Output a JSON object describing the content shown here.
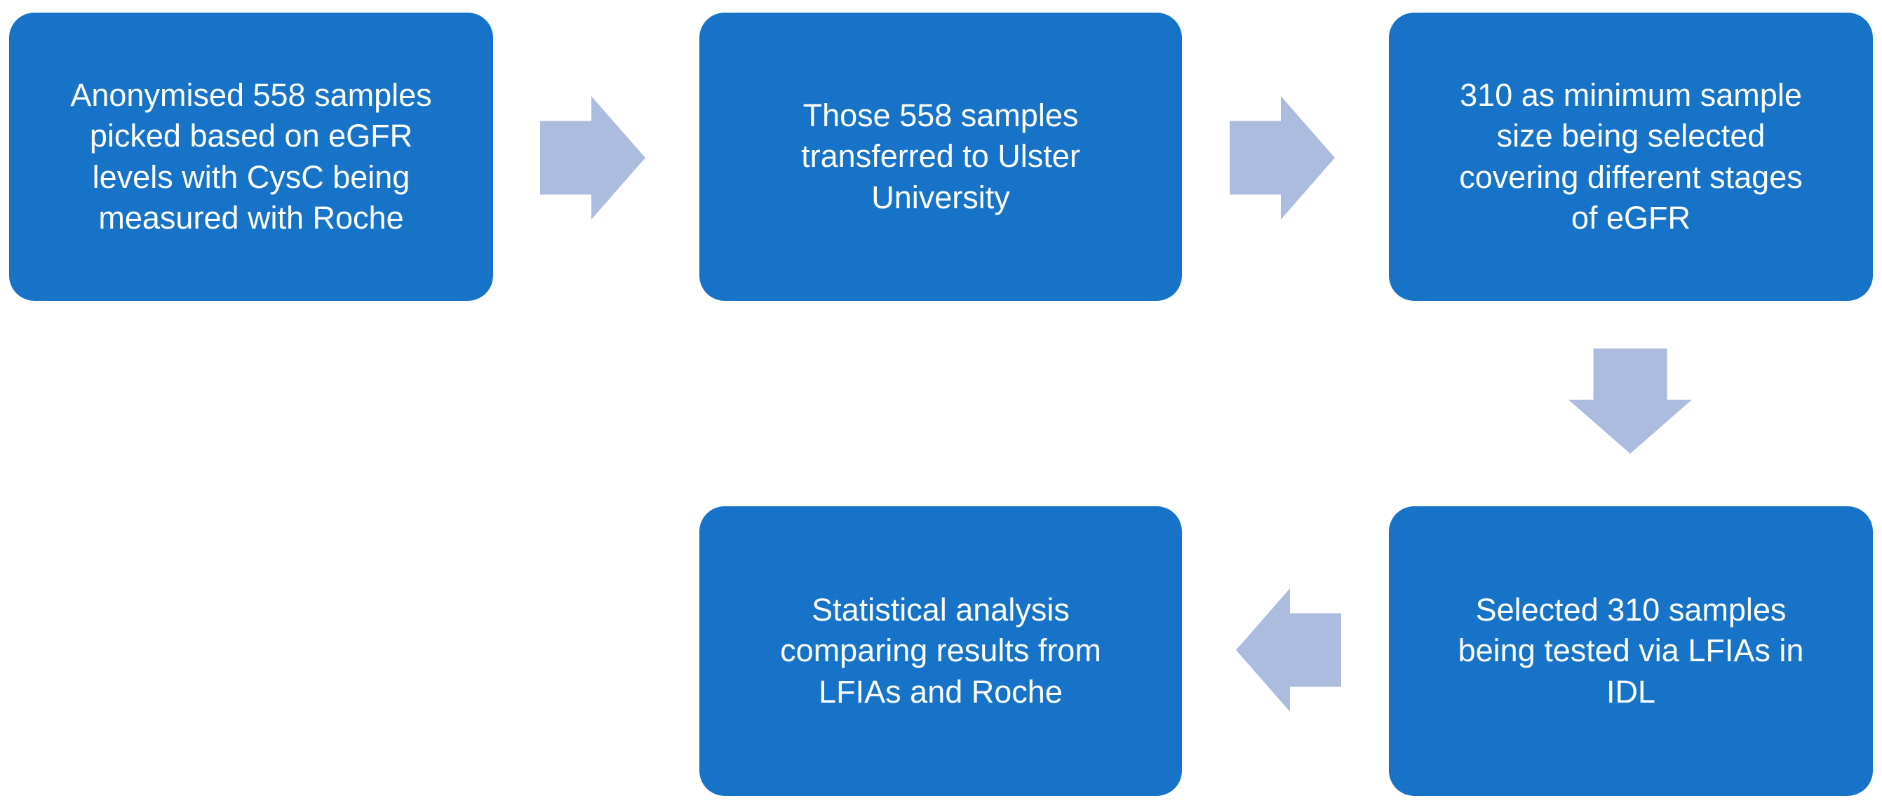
{
  "diagram": {
    "type": "flowchart",
    "colors": {
      "box_fill": "#1773C8",
      "arrow_fill": "#ACBCDE",
      "text": "#FFFFFF",
      "background": "#FFFFFF"
    },
    "steps": [
      {
        "id": 1,
        "text": "Anonymised 558 samples\npicked based on eGFR\nlevels with CysC being\nmeasured with Roche"
      },
      {
        "id": 2,
        "text": "Those 558 samples\ntransferred to Ulster\nUniversity"
      },
      {
        "id": 3,
        "text": "310 as minimum sample\nsize being selected\ncovering different stages\nof eGFR"
      },
      {
        "id": 4,
        "text": "Selected 310 samples\nbeing tested via LFIAs in\nIDL"
      },
      {
        "id": 5,
        "text": "Statistical analysis\ncomparing results from\nLFIAs and Roche"
      }
    ],
    "arrows": [
      {
        "direction": "right",
        "from_step": 1,
        "to_step": 2
      },
      {
        "direction": "right",
        "from_step": 2,
        "to_step": 3
      },
      {
        "direction": "down",
        "from_step": 3,
        "to_step": 4
      },
      {
        "direction": "left",
        "from_step": 4,
        "to_step": 5
      }
    ]
  }
}
